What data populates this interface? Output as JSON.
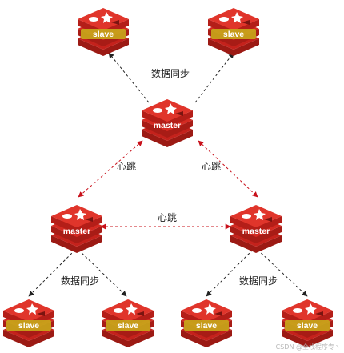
{
  "nodes": {
    "slave_top_left": {
      "label": "slave"
    },
    "slave_top_right": {
      "label": "slave"
    },
    "master_top": {
      "label": "master"
    },
    "master_left": {
      "label": "master"
    },
    "master_right": {
      "label": "master"
    },
    "slave_bottom_1": {
      "label": "slave"
    },
    "slave_bottom_2": {
      "label": "slave"
    },
    "slave_bottom_3": {
      "label": "slave"
    },
    "slave_bottom_4": {
      "label": "slave"
    }
  },
  "edge_labels": {
    "sync_top": "数据同步",
    "heartbeat_left": "心跳",
    "heartbeat_right": "心跳",
    "heartbeat_middle": "心跳",
    "sync_left": "数据同步",
    "sync_right": "数据同步"
  },
  "watermark": "CSDN @全栈程序专丶",
  "colors": {
    "sync_arrow": "#222222",
    "heartbeat_arrow": "#c8101a",
    "redis_red": "#d42a22",
    "redis_dark": "#9c1a14",
    "slave_band": "#c8a81a"
  }
}
